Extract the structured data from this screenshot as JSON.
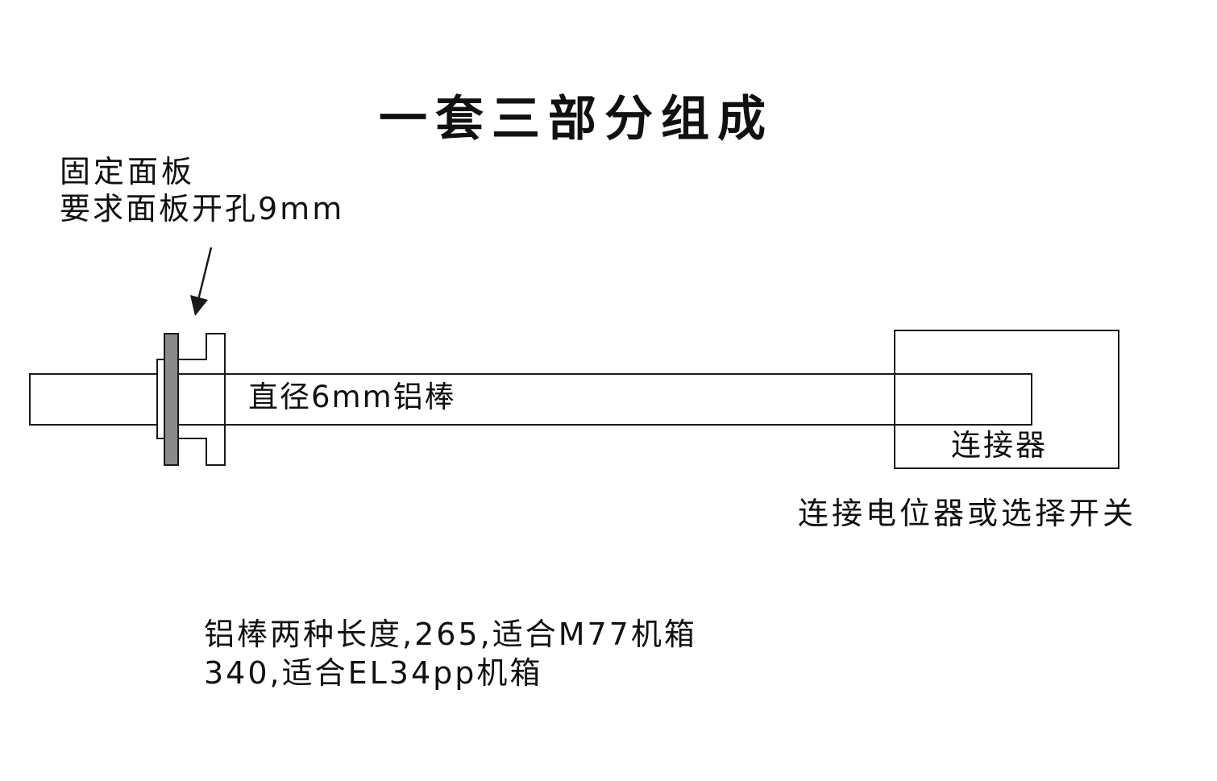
{
  "title": "一套三部分组成",
  "panel": {
    "line1": "固定面板",
    "line2": "要求面板开孔9mm"
  },
  "rod": {
    "label": "直径6mm铝棒"
  },
  "connector": {
    "label": "连接器",
    "note": "连接电位器或选择开关"
  },
  "lengths": {
    "line1": "铝棒两种长度,265,适合M77机箱",
    "line2": "340,适合EL34pp机箱"
  },
  "colors": {
    "line": "#1a1a1a",
    "panel_fill": "#8a8a8a",
    "background": "#ffffff"
  }
}
